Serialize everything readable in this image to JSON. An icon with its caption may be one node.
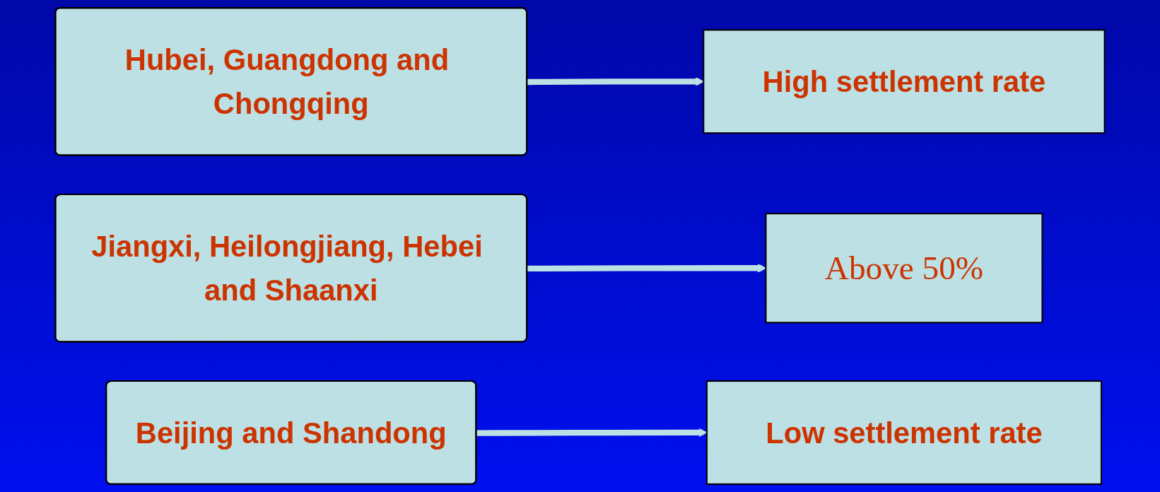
{
  "diagram": {
    "nodes": [
      {
        "text": [
          "Hubei, Guangdong and Chongqing"
        ]
      },
      {
        "text": [
          "High settlement rate"
        ]
      },
      {
        "text": [
          "Jiangxi, Heilongjiang, Hebei and Shaanxi"
        ]
      },
      {
        "text": [
          "Above 50%"
        ]
      },
      {
        "text": [
          "Beijing and Shandong"
        ]
      },
      {
        "text": [
          "Low settlement rate"
        ]
      }
    ],
    "edges": [
      {
        "from": 0,
        "to": 1,
        "arrow": "to"
      },
      {
        "from": 2,
        "to": 3,
        "arrow": "to"
      },
      {
        "from": 4,
        "to": 5,
        "arrow": "to"
      }
    ]
  }
}
